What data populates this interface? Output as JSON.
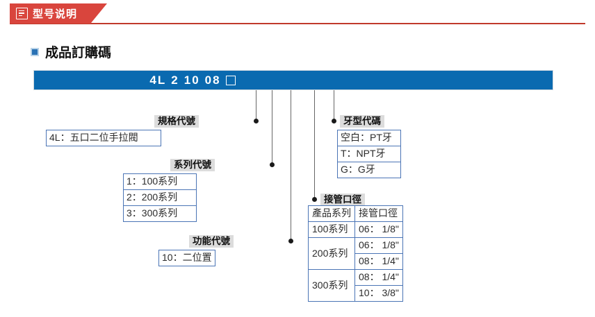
{
  "header": {
    "banner_title": "型号说明",
    "icon": "document-lines-icon",
    "accent_color": "#d9453d"
  },
  "section": {
    "title": "成品訂購碼",
    "bullet_color": "#2a72b5"
  },
  "code_bar": {
    "background_color": "#0a6ab0",
    "segments": [
      "4L",
      "2",
      "10",
      "08"
    ],
    "blank_box": "□",
    "full_text": "4L 2 10 08 □"
  },
  "callouts": {
    "spec_code": {
      "label": "規格代號",
      "options": [
        "4L：五口二位手拉閥"
      ]
    },
    "series_code": {
      "label": "系列代號",
      "options": [
        "1：100系列",
        "2：200系列",
        "3：300系列"
      ]
    },
    "function_code": {
      "label": "功能代號",
      "options": [
        "10：二位置"
      ]
    },
    "thread_code": {
      "label": "牙型代碼",
      "options": [
        "空白：PT牙",
        "T：NPT牙",
        "G：G牙"
      ]
    },
    "port_size": {
      "label": "接管口徑",
      "columns": [
        "產品系列",
        "接管口徑"
      ],
      "rows": [
        {
          "series": "100系列",
          "sizes": [
            "06： 1/8\""
          ]
        },
        {
          "series": "200系列",
          "sizes": [
            "06： 1/8\"",
            "08： 1/4\""
          ]
        },
        {
          "series": "300系列",
          "sizes": [
            "08： 1/4\"",
            "10： 3/8\""
          ]
        }
      ]
    }
  }
}
